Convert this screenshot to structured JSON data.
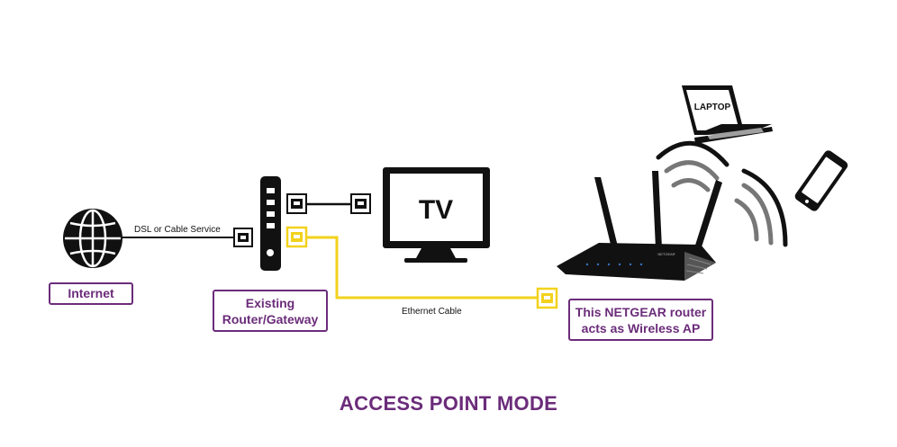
{
  "labels": {
    "internet": "Internet",
    "router_line1": "Existing",
    "router_line2": "Router/Gateway",
    "ap_line1": "This NETGEAR router",
    "ap_line2": "acts as Wireless AP",
    "tv": "TV",
    "laptop": "LAPTOP",
    "dsl": "DSL or Cable Service",
    "ethernet": "Ethernet Cable",
    "title": "ACCESS POINT MODE",
    "router_brand": "NETGEAR"
  },
  "colors": {
    "accent": "#6b2c7a",
    "ethernet_cable": "#f2d21b",
    "device": "#111111"
  },
  "icons": [
    "globe-icon",
    "ethernet-port-icon",
    "tv-icon",
    "laptop-icon",
    "smartphone-icon",
    "wifi-waves-icon",
    "router-icon"
  ]
}
